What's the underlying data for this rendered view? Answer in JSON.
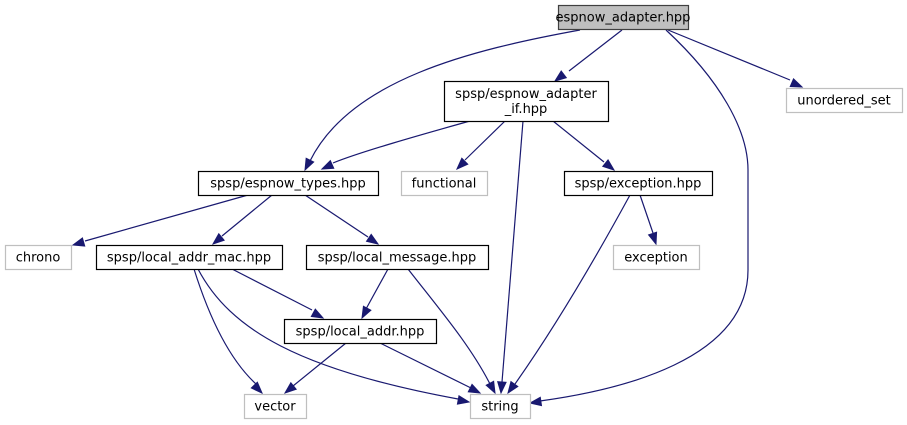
{
  "graph": {
    "title": "espnow_adapter.hpp",
    "colors": {
      "edge": "#191970",
      "root_fill": "#bfbfbf",
      "root_border": "#404040",
      "local_border": "#000000",
      "external_border": "#bfbfbf"
    },
    "nodes": [
      {
        "id": "espnow_adapter",
        "lines": [
          "espnow_adapter.hpp"
        ],
        "kind": "root"
      },
      {
        "id": "espnow_adapter_if",
        "lines": [
          "spsp/espnow_adapter",
          "_if.hpp"
        ],
        "kind": "local"
      },
      {
        "id": "unordered_set",
        "lines": [
          "unordered_set"
        ],
        "kind": "external"
      },
      {
        "id": "espnow_types",
        "lines": [
          "spsp/espnow_types.hpp"
        ],
        "kind": "local"
      },
      {
        "id": "functional",
        "lines": [
          "functional"
        ],
        "kind": "external"
      },
      {
        "id": "exception_hpp",
        "lines": [
          "spsp/exception.hpp"
        ],
        "kind": "local"
      },
      {
        "id": "chrono",
        "lines": [
          "chrono"
        ],
        "kind": "external"
      },
      {
        "id": "local_addr_mac",
        "lines": [
          "spsp/local_addr_mac.hpp"
        ],
        "kind": "local"
      },
      {
        "id": "local_message",
        "lines": [
          "spsp/local_message.hpp"
        ],
        "kind": "local"
      },
      {
        "id": "exception",
        "lines": [
          "exception"
        ],
        "kind": "external"
      },
      {
        "id": "local_addr",
        "lines": [
          "spsp/local_addr.hpp"
        ],
        "kind": "local"
      },
      {
        "id": "vector",
        "lines": [
          "vector"
        ],
        "kind": "external"
      },
      {
        "id": "string",
        "lines": [
          "string"
        ],
        "kind": "external"
      }
    ],
    "edges": [
      {
        "from": "espnow_adapter",
        "to": "espnow_adapter_if"
      },
      {
        "from": "espnow_adapter",
        "to": "espnow_types"
      },
      {
        "from": "espnow_adapter",
        "to": "unordered_set"
      },
      {
        "from": "espnow_adapter",
        "to": "string"
      },
      {
        "from": "espnow_adapter_if",
        "to": "espnow_types"
      },
      {
        "from": "espnow_adapter_if",
        "to": "functional"
      },
      {
        "from": "espnow_adapter_if",
        "to": "exception_hpp"
      },
      {
        "from": "espnow_adapter_if",
        "to": "string"
      },
      {
        "from": "espnow_types",
        "to": "chrono"
      },
      {
        "from": "espnow_types",
        "to": "local_addr_mac"
      },
      {
        "from": "espnow_types",
        "to": "local_message"
      },
      {
        "from": "exception_hpp",
        "to": "exception"
      },
      {
        "from": "exception_hpp",
        "to": "string"
      },
      {
        "from": "local_addr_mac",
        "to": "local_addr"
      },
      {
        "from": "local_addr_mac",
        "to": "vector"
      },
      {
        "from": "local_addr_mac",
        "to": "string"
      },
      {
        "from": "local_message",
        "to": "local_addr"
      },
      {
        "from": "local_message",
        "to": "string"
      },
      {
        "from": "local_addr",
        "to": "vector"
      },
      {
        "from": "local_addr",
        "to": "string"
      }
    ]
  }
}
